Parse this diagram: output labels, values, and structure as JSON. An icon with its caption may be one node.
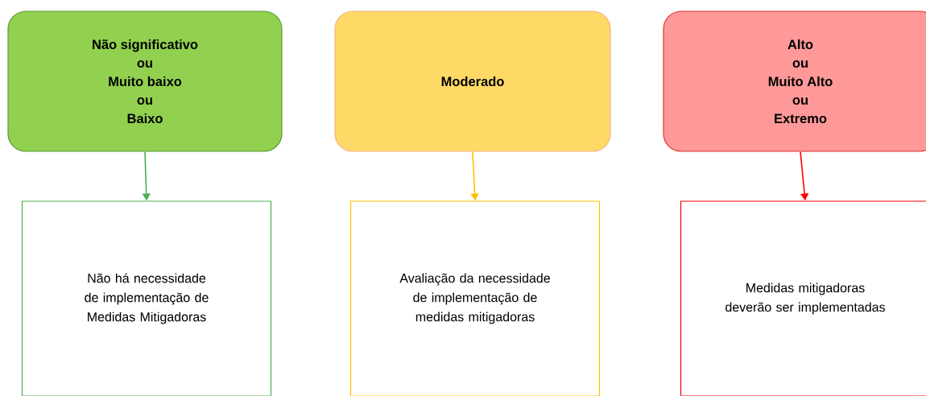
{
  "diagram": {
    "nodes": [
      {
        "text": [
          "Não significativo",
          "ou",
          "Muito baixo",
          "ou",
          "Baixo"
        ]
      },
      {
        "text": [
          "Moderado"
        ]
      },
      {
        "text": [
          "Alto",
          "ou",
          "Muito Alto",
          "ou",
          "Extremo"
        ]
      },
      {
        "text": [
          "Não há necessidade de implementação de Medidas Mitigadoras"
        ]
      },
      {
        "text": [
          "Avaliação da necessidade de implementação de medidas mitigadoras"
        ]
      },
      {
        "text": [
          "Medidas mitigadoras deverão ser implementadas"
        ]
      }
    ],
    "edges": [
      {
        "from": 0,
        "to": 3,
        "arrow": "to",
        "color": "#4caf50"
      },
      {
        "from": 1,
        "to": 4,
        "arrow": "to",
        "color": "#ffc000"
      },
      {
        "from": 2,
        "to": 5,
        "arrow": "to",
        "color": "#ff0000"
      }
    ]
  }
}
